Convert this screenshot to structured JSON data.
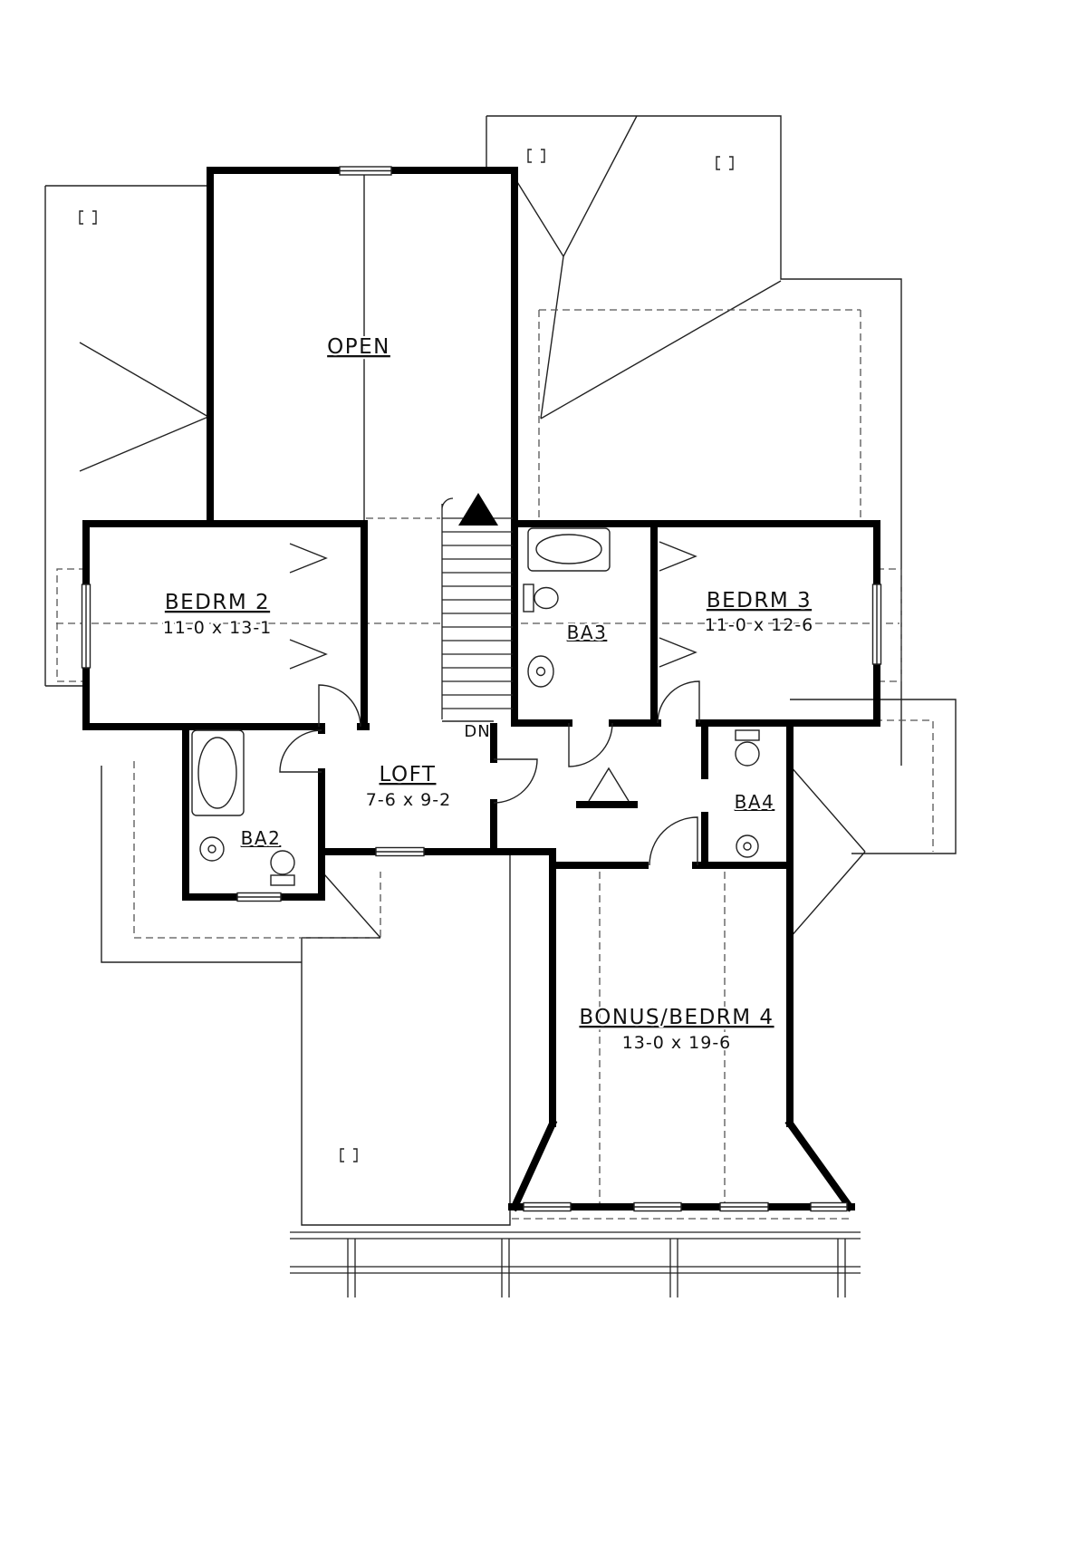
{
  "plan_type": "second-floor residential floor plan",
  "colors": {
    "walls": "#000000",
    "thin_lines": "#222222",
    "dashed_lines": "#555555",
    "background": "#ffffff",
    "text": "#111111"
  },
  "rooms": {
    "open": {
      "label": "OPEN"
    },
    "bedrm2": {
      "label": "BEDRM 2",
      "dims": "11-0 x 13-1"
    },
    "bedrm3": {
      "label": "BEDRM 3",
      "dims": "11-0 x 12-6"
    },
    "ba2": {
      "label": "BA2"
    },
    "ba3": {
      "label": "BA3"
    },
    "ba4": {
      "label": "BA4"
    },
    "loft": {
      "label": "LOFT",
      "dims": "7-6 x 9-2"
    },
    "bonus": {
      "label": "BONUS/BEDRM 4",
      "dims": "13-0 x 19-6"
    },
    "stair": {
      "label": "DN"
    }
  }
}
